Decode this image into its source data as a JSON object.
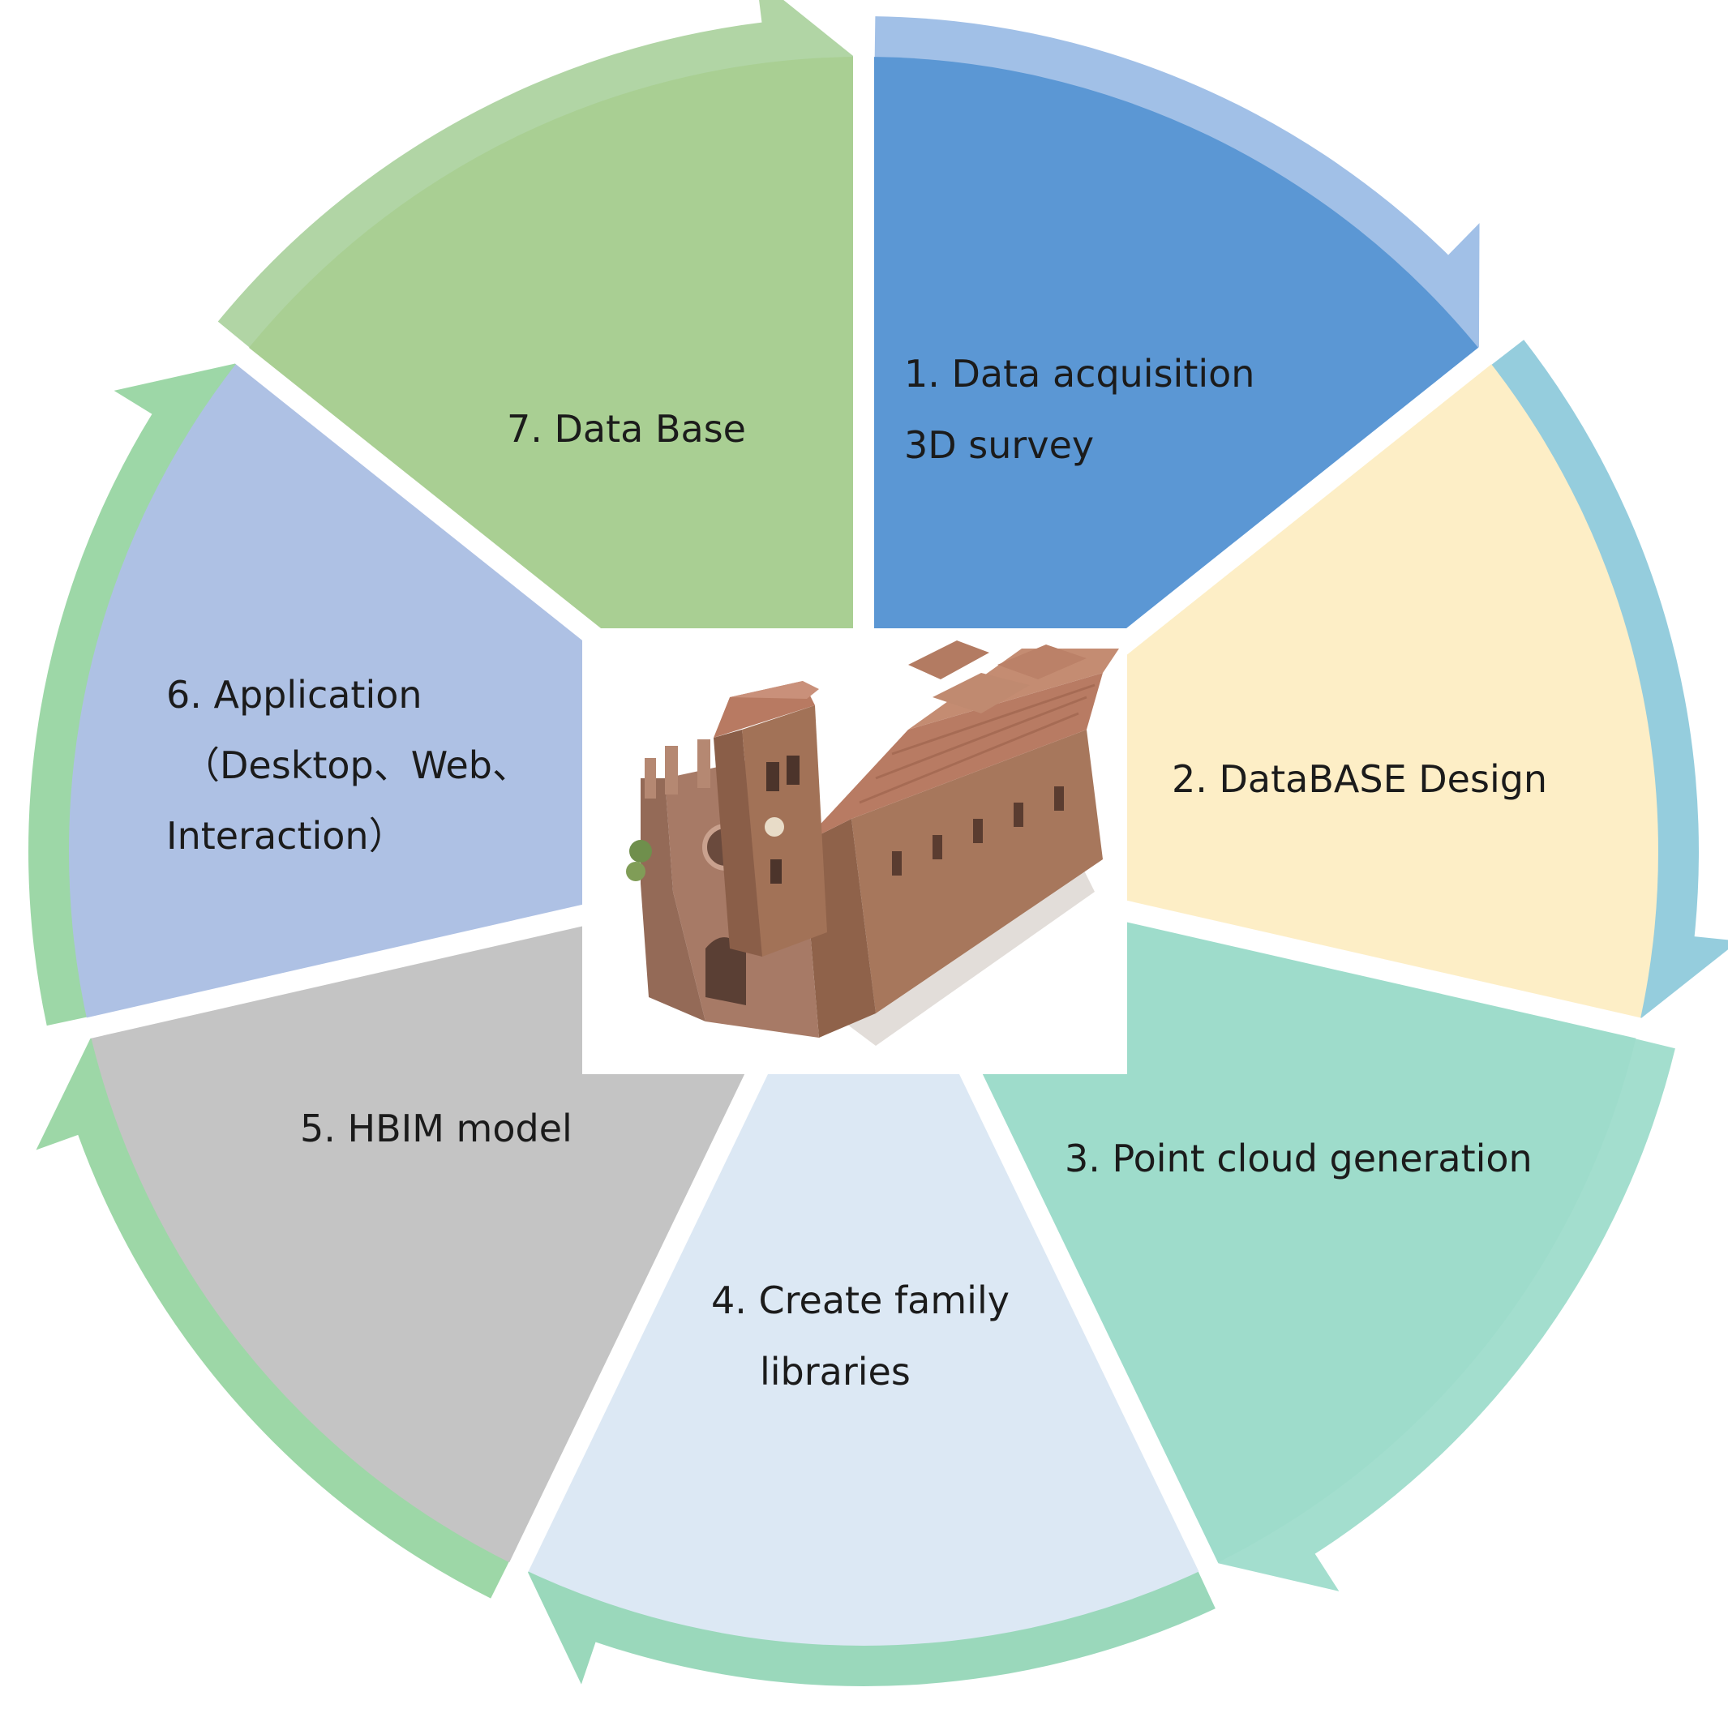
{
  "colors": {
    "background": "#ffffff",
    "step1_fill": "#5b97d4",
    "step1_arrow": "#9cbde6",
    "step2_fill": "#fdeec6",
    "step2_arrow": "#8fcadb",
    "step3_fill": "#9edccb",
    "step3_arrow": "#9edccb",
    "step4_fill": "#dce8f4",
    "step4_arrow": "#95d6b7",
    "step5_fill": "#c4c4c4",
    "step5_arrow": "#98d5a2",
    "step6_fill": "#aec1e4",
    "step6_arrow": "#98d5a2",
    "step7_fill": "#a9cf93",
    "step7_arrow": "#add3a0"
  },
  "steps": [
    {
      "id": 1,
      "lines": [
        "1. Data acquisition",
        "3D survey"
      ]
    },
    {
      "id": 2,
      "lines": [
        "2. DataBASE Design"
      ]
    },
    {
      "id": 3,
      "lines": [
        "3. Point cloud generation"
      ]
    },
    {
      "id": 4,
      "lines": [
        "4. Create family",
        "libraries"
      ]
    },
    {
      "id": 5,
      "lines": [
        "5.  HBIM model"
      ]
    },
    {
      "id": 6,
      "lines": [
        "6. Application",
        "（Desktop、Web、",
        "Interaction）"
      ]
    },
    {
      "id": 7,
      "lines": [
        "7. Data Base"
      ]
    }
  ],
  "center_image": {
    "icon": "church-aerial-photo"
  }
}
